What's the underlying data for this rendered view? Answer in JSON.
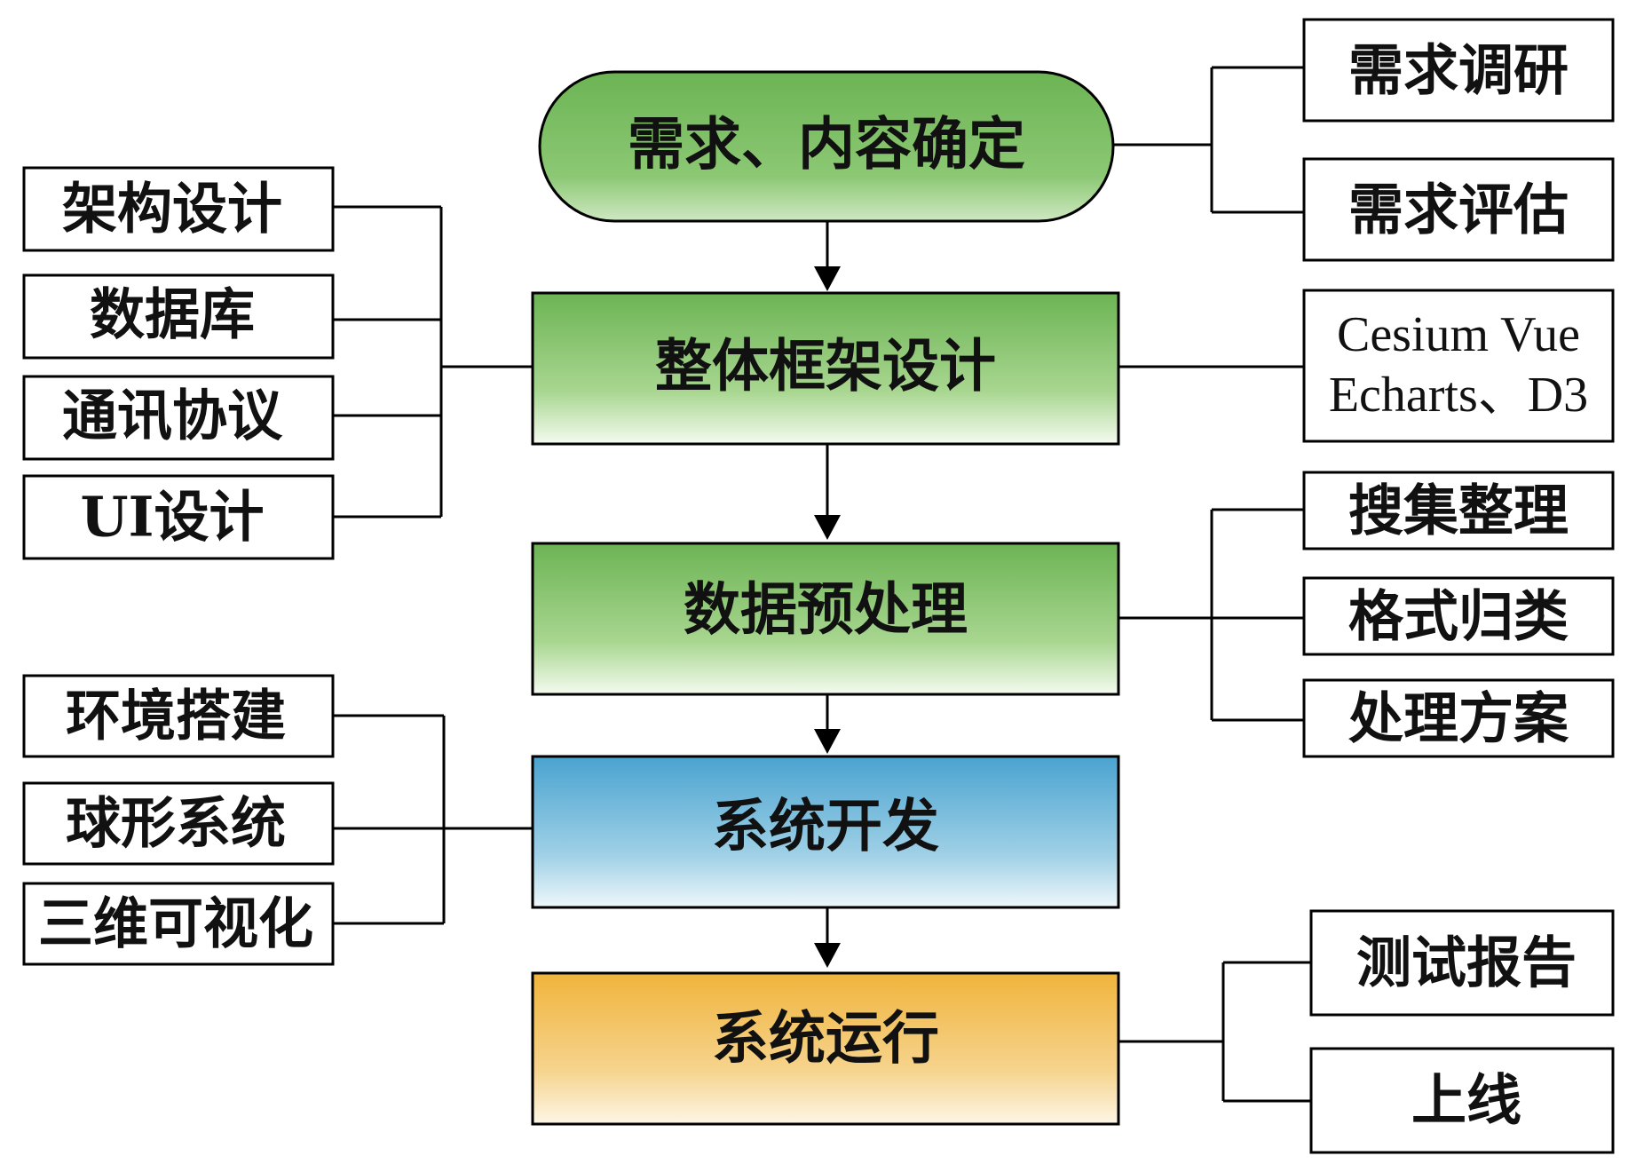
{
  "main_steps": [
    {
      "label": "需求、内容确定",
      "color": "green"
    },
    {
      "label": "整体框架设计",
      "color": "green"
    },
    {
      "label": "数据预处理",
      "color": "green"
    },
    {
      "label": "系统开发",
      "color": "blue"
    },
    {
      "label": "系统运行",
      "color": "orange"
    }
  ],
  "requirements_branch": [
    "需求调研",
    "需求评估"
  ],
  "framework_left_branch": [
    "架构设计",
    "数据库",
    "通讯协议",
    "UI设计"
  ],
  "framework_right_tech": [
    "Cesium Vue",
    "Echarts、D3"
  ],
  "preprocess_branch": [
    "搜集整理",
    "格式归类",
    "处理方案"
  ],
  "development_branch": [
    "环境搭建",
    "球形系统",
    "三维可视化"
  ],
  "operation_branch": [
    "测试报告",
    "上线"
  ],
  "colors": {
    "green_top": "#6cb454",
    "green_bottom": "#ffffff",
    "blue_top": "#4aa3d0",
    "blue_bottom": "#ffffff",
    "orange_top": "#f0b43c",
    "orange_bottom": "#ffffff",
    "stroke": "#000000"
  }
}
